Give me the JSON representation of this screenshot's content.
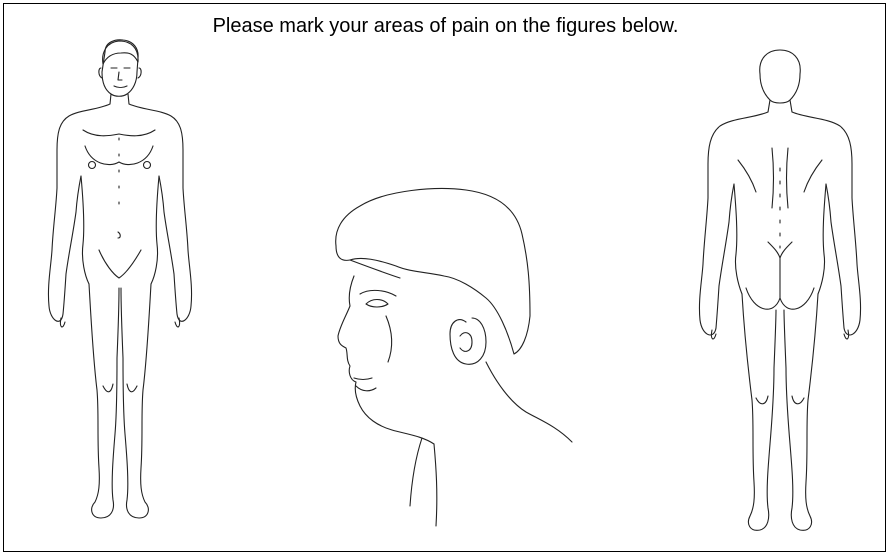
{
  "form": {
    "instruction": "Please mark your areas of pain on the figures below."
  },
  "figures": [
    {
      "name": "front-body-figure",
      "icon": "body-front-outline"
    },
    {
      "name": "side-head-figure",
      "icon": "head-profile-outline"
    },
    {
      "name": "back-body-figure",
      "icon": "body-back-outline"
    }
  ],
  "colors": {
    "line": "#222222",
    "border": "#000000",
    "background": "#ffffff"
  }
}
